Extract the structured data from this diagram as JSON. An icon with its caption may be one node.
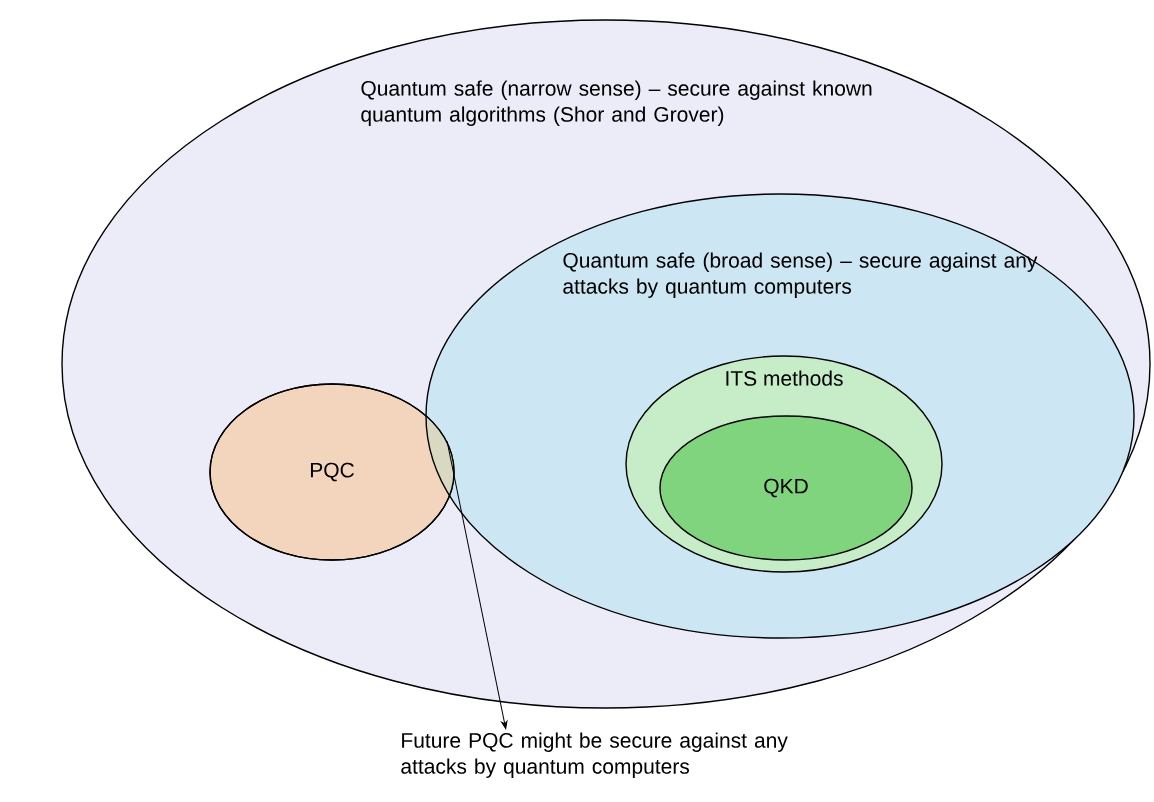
{
  "diagram": {
    "nodes": [
      {
        "text": [
          "Quantum safe (narrow sense) – secure against known quantum algorithms (Shor and Grover)"
        ]
      },
      {
        "text": [
          "Quantum safe (broad sense) – secure against any attacks by quantum computers"
        ],
        "in": 0
      },
      {
        "text": [
          "ITS methods"
        ],
        "in": 1
      },
      {
        "text": [
          "QKD"
        ],
        "in": 2
      },
      {
        "text": [
          "PQC"
        ],
        "in": 0
      },
      {
        "text": [
          "Future PQC might be secure against any attacks by quantum computers"
        ]
      }
    ],
    "edges": [
      {
        "from": 4,
        "to": 5,
        "arrow": "to"
      }
    ]
  }
}
